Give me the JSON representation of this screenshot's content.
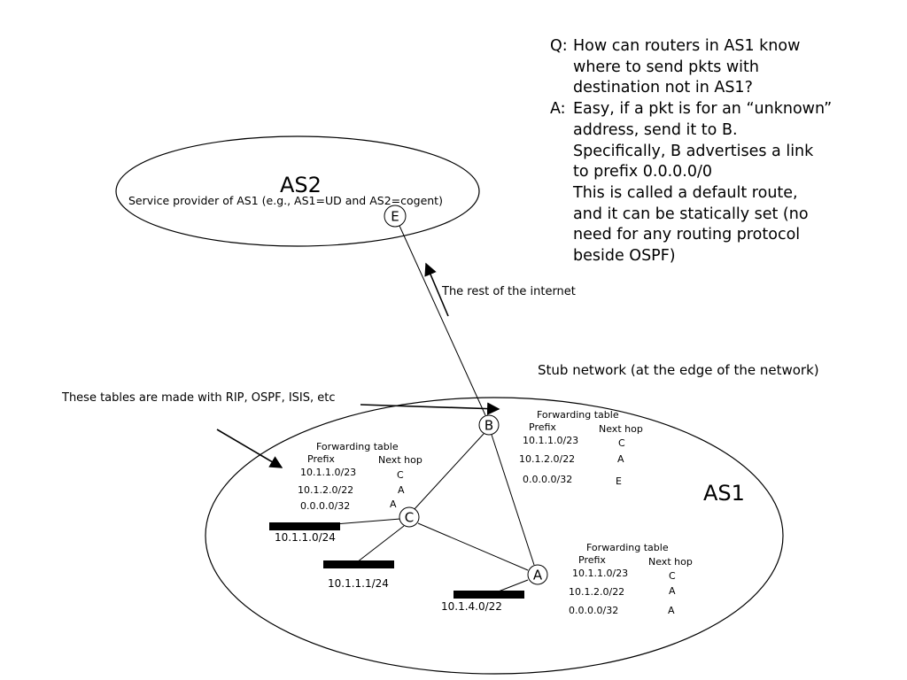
{
  "question": {
    "q_label": "Q:",
    "q_text": "How can routers in AS1 know\nwhere to send pkts with\ndestination not in AS1?",
    "a_label": "A:",
    "a_text": "Easy, if a pkt is for an “unknown”\naddress, send it to B.\nSpecifically, B advertises a link\nto prefix 0.0.0.0/0\nThis is called a default route,\nand it can be statically set (no\nneed for any routing protocol\nbeside OSPF)"
  },
  "as2": {
    "title": "AS2",
    "subtitle": "Service provider of AS1 (e.g., AS1=UD and AS2=cogent)"
  },
  "as1": {
    "title": "AS1"
  },
  "rest_label": "The rest of the internet",
  "stub_label": "Stub network (at the edge of the network)",
  "tables_note": "These tables are made with RIP, OSPF, ISIS, etc",
  "routers": {
    "e": "E",
    "b": "B",
    "c": "C",
    "a": "A"
  },
  "subnets": {
    "s1": "10.1.1.0/24",
    "s2": "10.1.1.1/24",
    "s3": "10.1.4.0/22"
  },
  "tables": {
    "c": {
      "title": "Forwarding table",
      "col_prefix": "Prefix",
      "col_next_hop": "Next hop",
      "rows": [
        {
          "prefix": "10.1.1.0/23",
          "hop": "C"
        },
        {
          "prefix": "10.1.2.0/22",
          "hop": "A"
        },
        {
          "prefix": "0.0.0.0/32",
          "hop": "A"
        }
      ]
    },
    "b": {
      "title": "Forwarding table",
      "col_prefix": "Prefix",
      "col_next_hop": "Next hop",
      "rows": [
        {
          "prefix": "10.1.1.0/23",
          "hop": "C"
        },
        {
          "prefix": "10.1.2.0/22",
          "hop": "A"
        },
        {
          "prefix": "0.0.0.0/32",
          "hop": "E"
        }
      ]
    },
    "a": {
      "title": "Forwarding table",
      "col_prefix": "Prefix",
      "col_next_hop": "Next hop",
      "rows": [
        {
          "prefix": "10.1.1.0/23",
          "hop": "C"
        },
        {
          "prefix": "10.1.2.0/22",
          "hop": "A"
        },
        {
          "prefix": "0.0.0.0/32",
          "hop": "A"
        }
      ]
    }
  }
}
